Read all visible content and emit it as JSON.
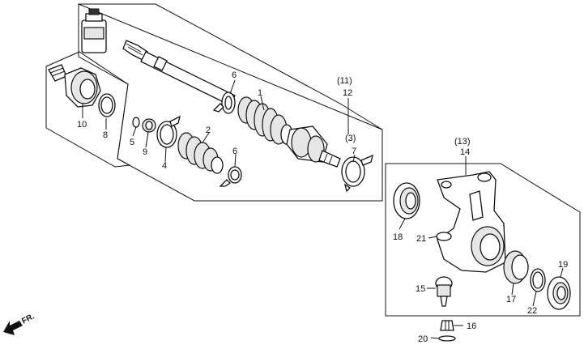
{
  "callouts": {
    "c1": "1",
    "c2": "2",
    "c3": "(3)",
    "c4": "4",
    "c5": "5",
    "c6a": "6",
    "c6b": "6",
    "c7": "7",
    "c8": "8",
    "c9": "9",
    "c10": "10",
    "c11": "(11)",
    "c12": "12",
    "c13": "(13)",
    "c14": "14",
    "c15": "15",
    "c16": "16",
    "c17": "17",
    "c18": "18",
    "c19": "19",
    "c20": "20",
    "c21": "21",
    "c22": "22"
  },
  "direction": {
    "label": "FR."
  }
}
